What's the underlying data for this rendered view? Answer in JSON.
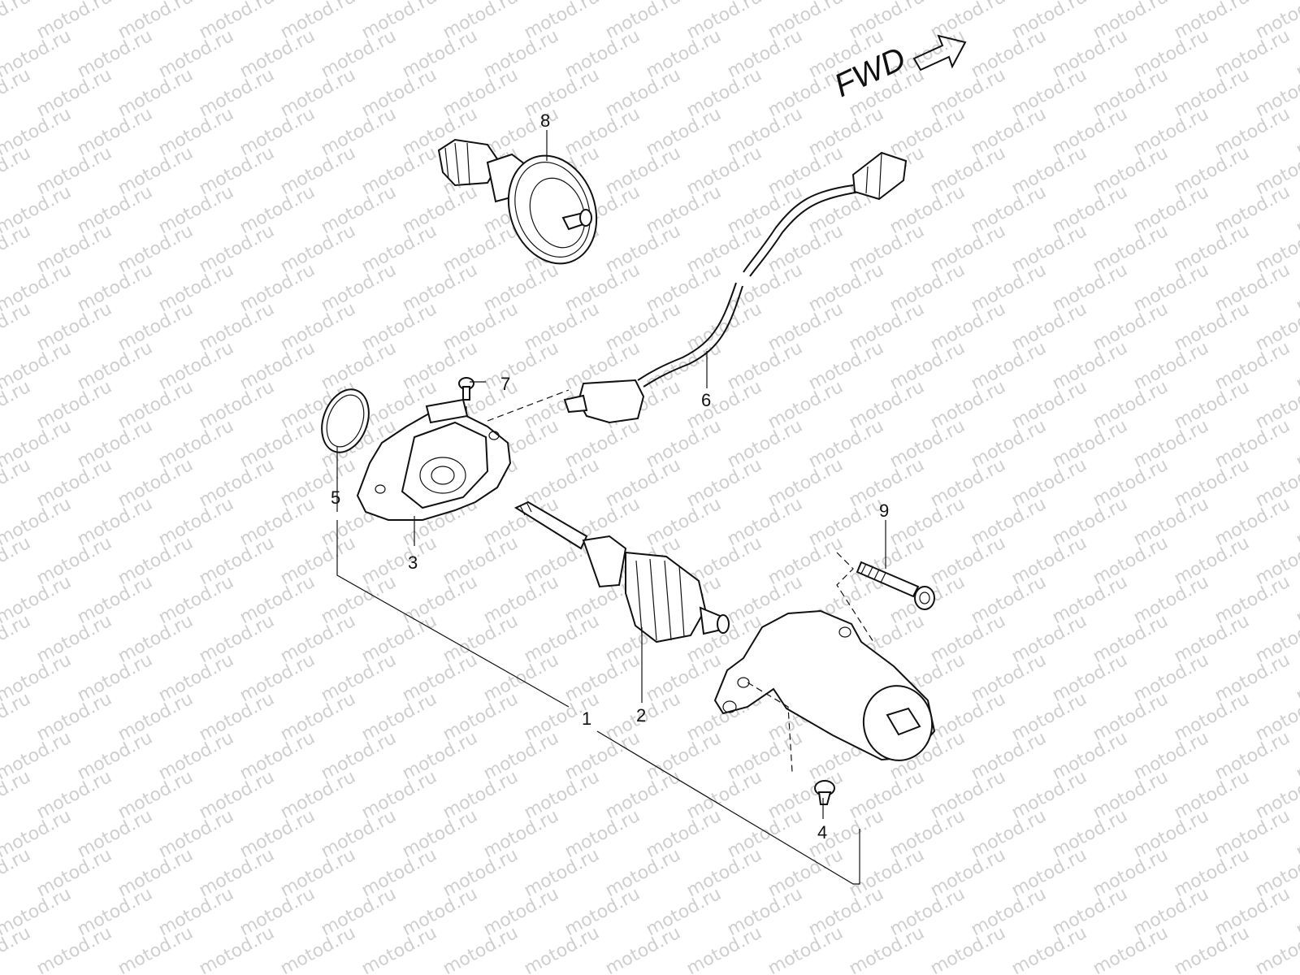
{
  "watermark": "motod.ru",
  "direction_label": "FWD",
  "callouts": [
    {
      "id": "1",
      "label": "1"
    },
    {
      "id": "2",
      "label": "2"
    },
    {
      "id": "3",
      "label": "3"
    },
    {
      "id": "4",
      "label": "4"
    },
    {
      "id": "5",
      "label": "5"
    },
    {
      "id": "6",
      "label": "6"
    },
    {
      "id": "7",
      "label": "7"
    },
    {
      "id": "8",
      "label": "8"
    },
    {
      "id": "9",
      "label": "9"
    }
  ]
}
